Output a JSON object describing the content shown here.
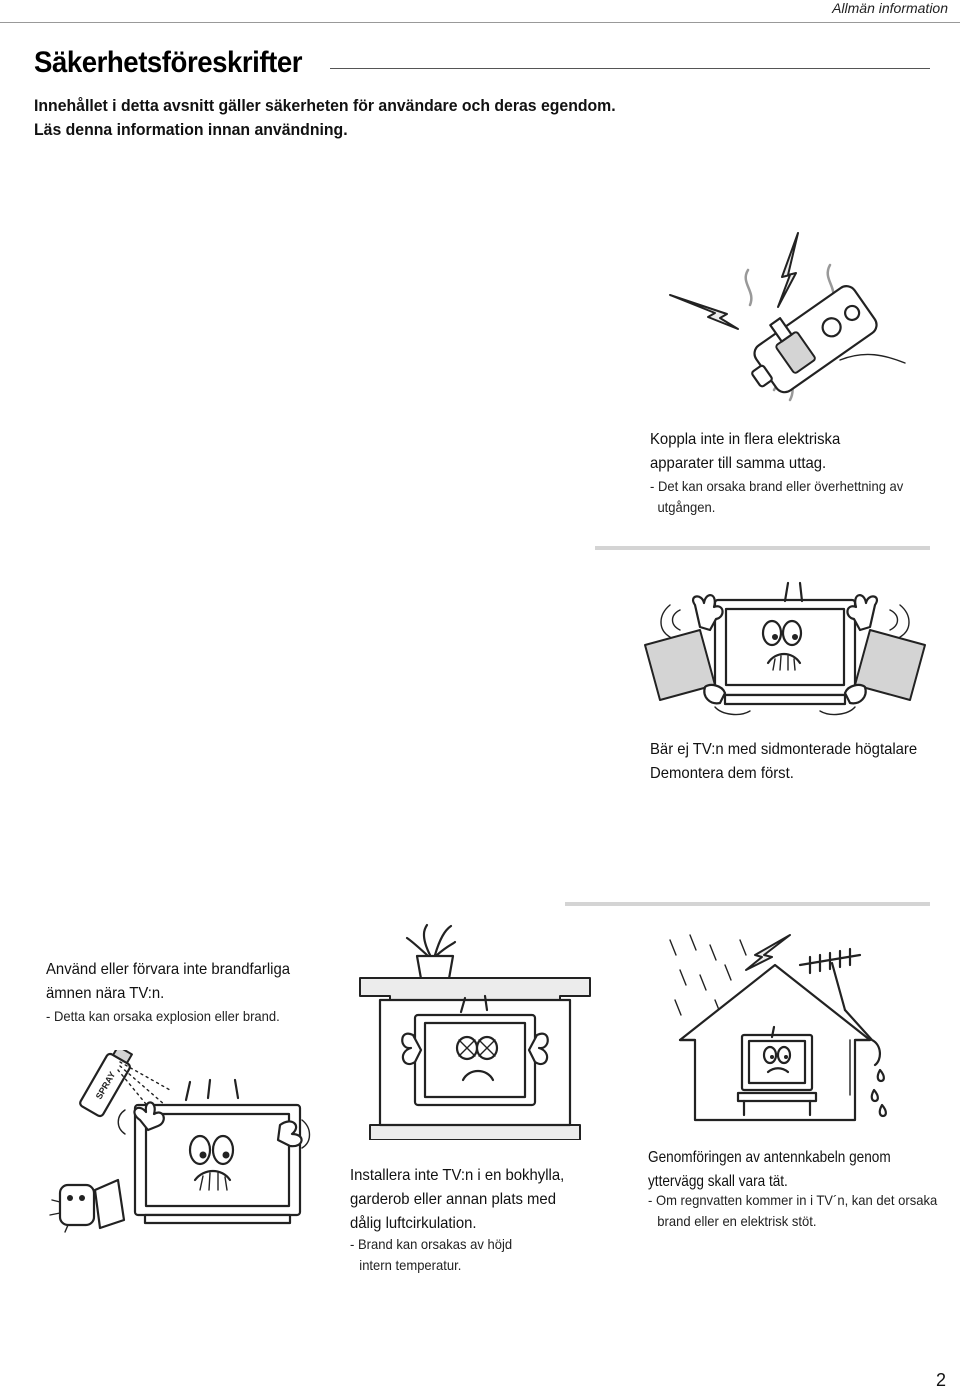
{
  "header": {
    "section_label": "Allmän information"
  },
  "title": "Säkerhetsföreskrifter",
  "intro": {
    "line1": "Innehållet i detta avsnitt gäller säkerheten för användare och deras egendom.",
    "line2": "Läs denna information innan användning."
  },
  "items": [
    {
      "line1": "Koppla inte in flera elektriska",
      "line2": "apparater till samma uttag.",
      "note1": "- Det kan orsaka brand eller överhettning av",
      "note2": "utgången."
    },
    {
      "line1": "Bär ej TV:n med sidmonterade högtalare",
      "line2": "Demontera dem först."
    },
    {
      "line1": "Använd eller förvara inte brandfarliga",
      "line2": "ämnen nära TV:n.",
      "note1": "- Detta kan orsaka explosion eller brand.",
      "spray_label": "SPRAY"
    },
    {
      "line1": "Installera inte TV:n i en bokhylla,",
      "line2": "garderob eller annan plats med",
      "line3": "dålig luftcirkulation.",
      "note1": "- Brand kan orsakas av höjd",
      "note2": "intern temperatur."
    },
    {
      "line1": "Genomföringen av antennkabeln genom",
      "line2": "yttervägg skall vara tät.",
      "note1": "- Om regnvatten kommer in i TV´n, kan det orsaka",
      "note2": "brand eller en elektrisk stöt."
    }
  ],
  "page_number": "2"
}
